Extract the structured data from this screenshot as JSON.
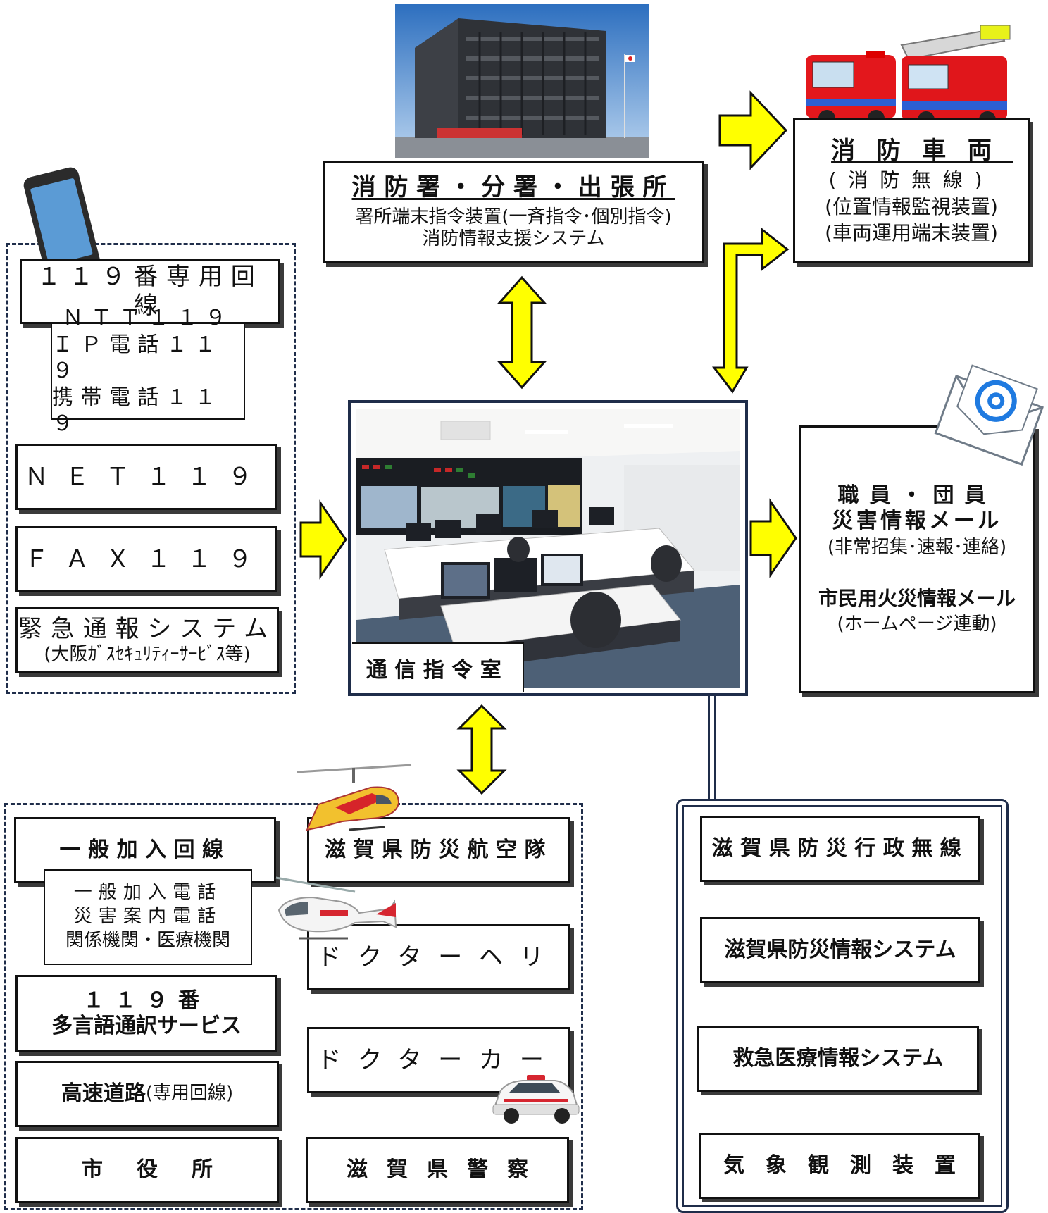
{
  "left_group": {
    "line119": "１１９番専用回線",
    "line119_items": [
      "ＮＴＴ１１９",
      "ＩＰ電話１１９",
      "携帯電話１１９"
    ],
    "net119": "ＮＥＴ１１９",
    "fax119": "ＦＡＸ１１９",
    "emergency_title": "緊急通報システム",
    "emergency_sub": "(大阪ｶﾞｽｾｷｭﾘﾃｨｰｻｰﾋﾞｽ等)"
  },
  "fire_station": {
    "title": "消防署・分署・出張所",
    "line1": "署所端末指令装置(一斉指令･個別指令)",
    "line2": "消防情報支援システム"
  },
  "vehicles": {
    "title": "消防車両",
    "line1": "(消防無線)",
    "line2": "(位置情報監視装置)",
    "line3": "(車両運用端末装置)"
  },
  "command_room": {
    "label": "通信指令室"
  },
  "mail": {
    "title1": "職員・団員",
    "title2": "災害情報メール",
    "sub1": "(非常招集･速報･連絡)",
    "title3": "市民用火災情報メール",
    "sub2": "(ホームページ連動)"
  },
  "bottom_left": {
    "general_line": "一般加入回線",
    "general_items": [
      "一般加入電話",
      "災害案内電話",
      "関係機関・医療機関"
    ],
    "multilang_1": "１１９番",
    "multilang_2": "多言語通訳サービス",
    "highway_main": "高速道路",
    "highway_sub": "(専用回線)",
    "city_hall": "市役所",
    "aviation": "滋賀県防災航空隊",
    "doctor_heli": "ドクターヘリ",
    "doctor_car": "ドクターカー",
    "police": "滋賀県警察"
  },
  "bottom_right": {
    "admin_radio": "滋賀県防災行政無線",
    "info_system": "滋賀県防災情報システム",
    "medical_system": "救急医療情報システム",
    "weather": "気象観測装置"
  },
  "colors": {
    "arrow_fill": "#ffff00",
    "frame_navy": "#1f2d4a",
    "phone_blue": "#5b9bd5"
  }
}
